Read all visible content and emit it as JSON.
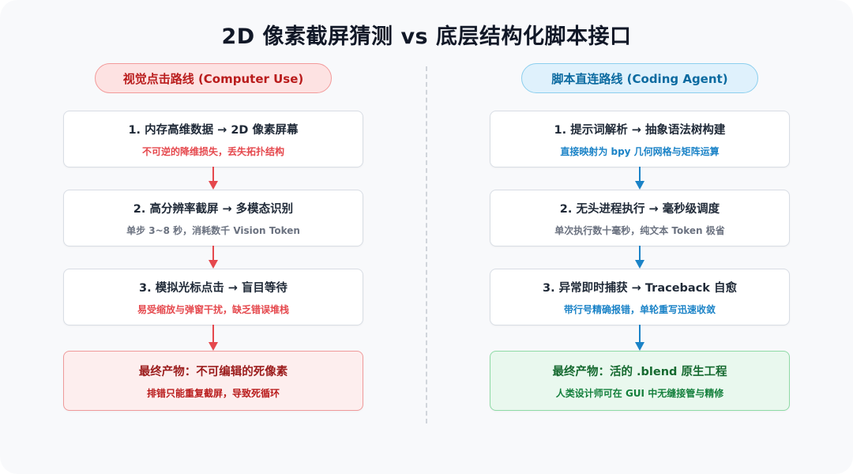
{
  "title": "2D 像素截屏猜测 vs 底层结构化脚本接口",
  "left": {
    "header": "视觉点击路线 (Computer Use)",
    "steps": [
      {
        "main": "1. 内存高维数据 → 2D 像素屏幕",
        "sub": "不可逆的降维损失，丢失拓扑结构"
      },
      {
        "main": "2. 高分辨率截屏 → 多模态识别",
        "sub": "单步 3~8 秒，消耗数千 Vision Token"
      },
      {
        "main": "3. 模拟光标点击 → 盲目等待",
        "sub": "易受缩放与弹窗干扰，缺乏错误堆栈"
      }
    ],
    "final": {
      "main": "最终产物：不可编辑的死像素",
      "sub": "排错只能重复截屏，导致死循环"
    },
    "accent": "#e5484d"
  },
  "right": {
    "header": "脚本直连路线 (Coding Agent)",
    "steps": [
      {
        "main": "1. 提示词解析 → 抽象语法树构建",
        "sub": "直接映射为 bpy 几何网格与矩阵运算"
      },
      {
        "main": "2. 无头进程执行 → 毫秒级调度",
        "sub": "单次执行数十毫秒，纯文本 Token 极省"
      },
      {
        "main": "3. 异常即时捕获 → Traceback 自愈",
        "sub": "带行号精确报错，单轮重写迅速收敛"
      }
    ],
    "final": {
      "main": "最终产物：活的 .blend 原生工程",
      "sub": "人类设计师可在 GUI 中无缝接管与精修"
    },
    "accent": "#1b83c7"
  }
}
